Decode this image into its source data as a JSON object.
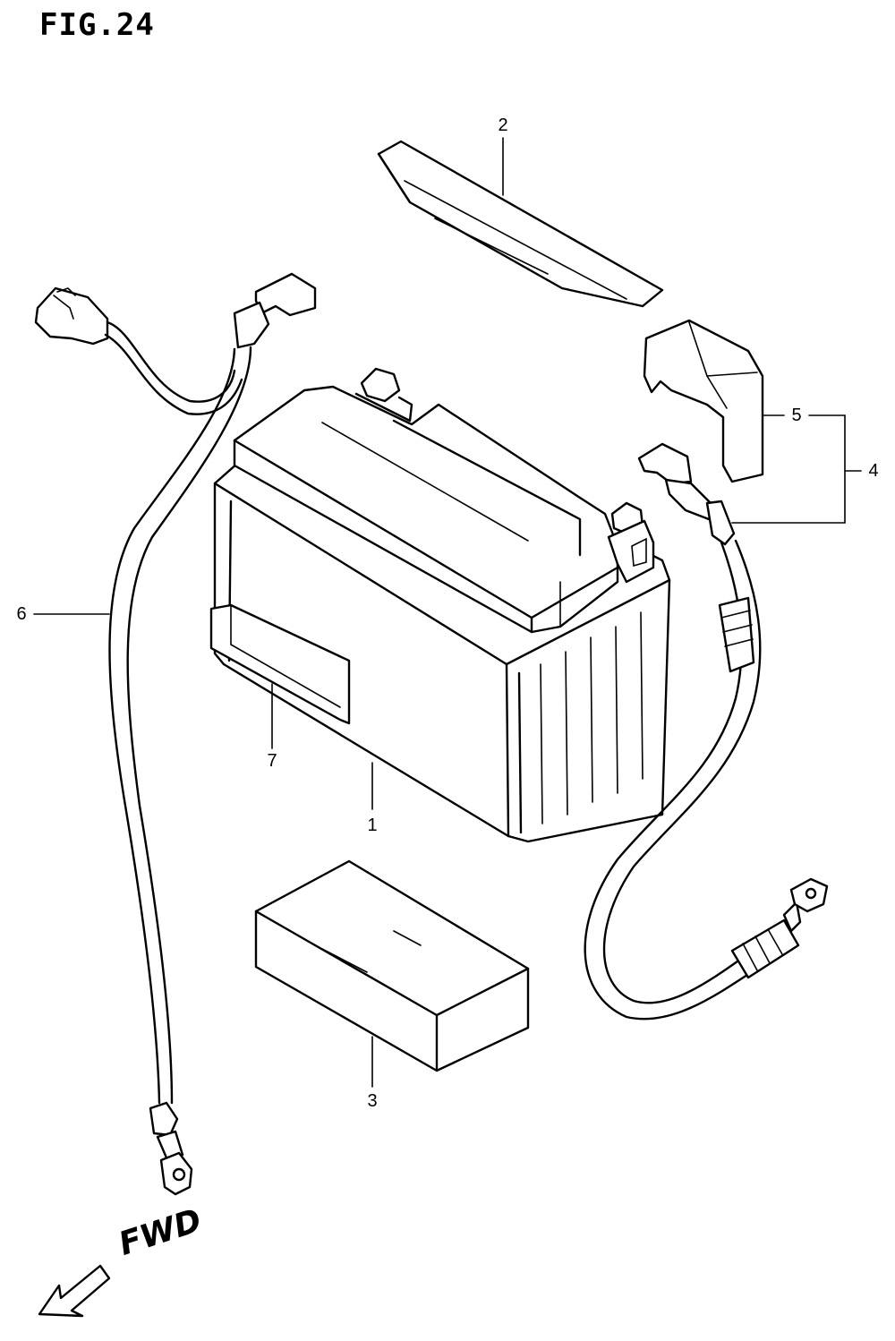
{
  "figure": {
    "title": "FIG.24",
    "direction_label": "FWD"
  },
  "callouts": [
    {
      "id": "battery",
      "number": "1"
    },
    {
      "id": "top-plate",
      "number": "2"
    },
    {
      "id": "battery-cushion",
      "number": "3"
    },
    {
      "id": "positive-lead-assy",
      "number": "4"
    },
    {
      "id": "terminal-cover",
      "number": "5"
    },
    {
      "id": "negative-lead",
      "number": "6"
    },
    {
      "id": "battery-label",
      "number": "7"
    }
  ]
}
